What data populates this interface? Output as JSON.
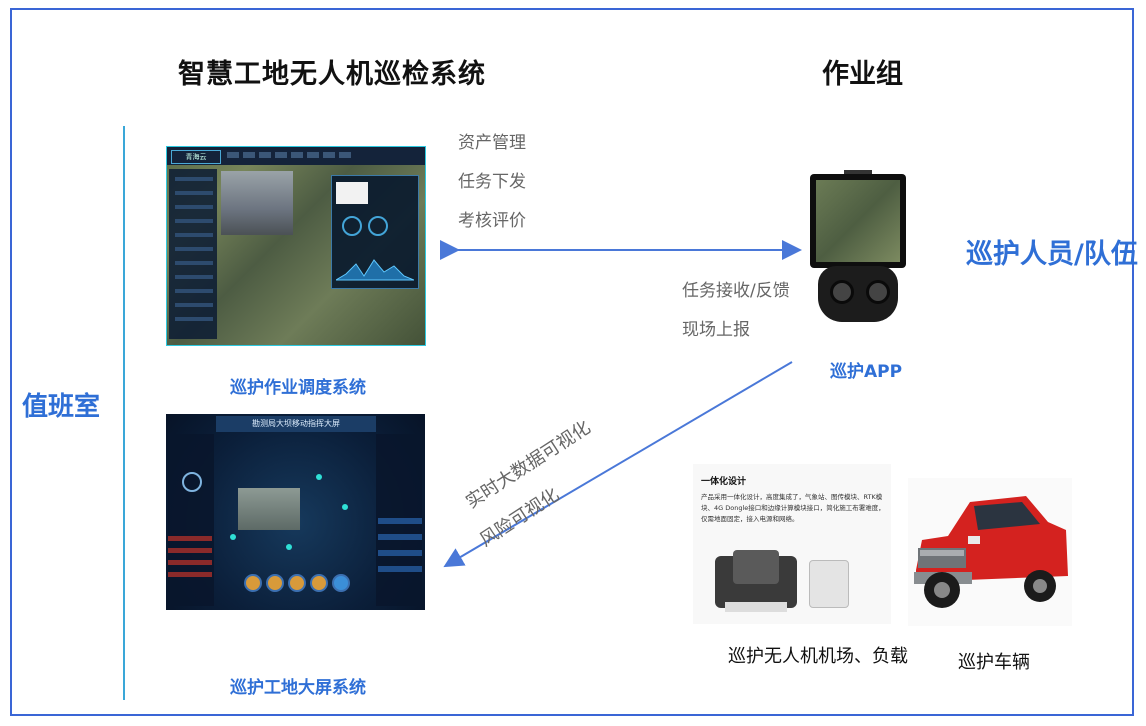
{
  "header": {
    "left_title": "智慧工地无人机巡检系统",
    "right_title": "作业组"
  },
  "left_label": "值班室",
  "right_label": "巡护人员/队伍",
  "flows": {
    "top_lines": [
      "资产管理",
      "任务下发",
      "考核评价"
    ],
    "mid_lines": [
      "任务接收/反馈",
      "现场上报"
    ],
    "diag_lines": [
      "实时大数据可视化",
      "风险可视化"
    ]
  },
  "captions": {
    "dispatch_system": "巡护作业调度系统",
    "app": "巡护APP",
    "big_screen": "巡护工地大屏系统",
    "hangar": "巡护无人机机场、负载",
    "vehicle": "巡护车辆"
  },
  "hangar_card": {
    "heading": "一体化设计",
    "text": "产品采用一体化设计，高度集成了，气象站、图传模块、RTK模块、4G Dongle接口和边缘计算模块接口，简化施工布署难度，仅需地面固定，接入电源和网络。"
  },
  "dispatch_screenshot": {
    "logo": "青海云"
  },
  "bigscreen_screenshot": {
    "title": "勘测局大坝移动指挥大屏"
  },
  "colors": {
    "accent": "#2f6fd6",
    "frame": "#3a66d6",
    "divider": "#3aa7d8",
    "arrow": "#4a78d8"
  }
}
